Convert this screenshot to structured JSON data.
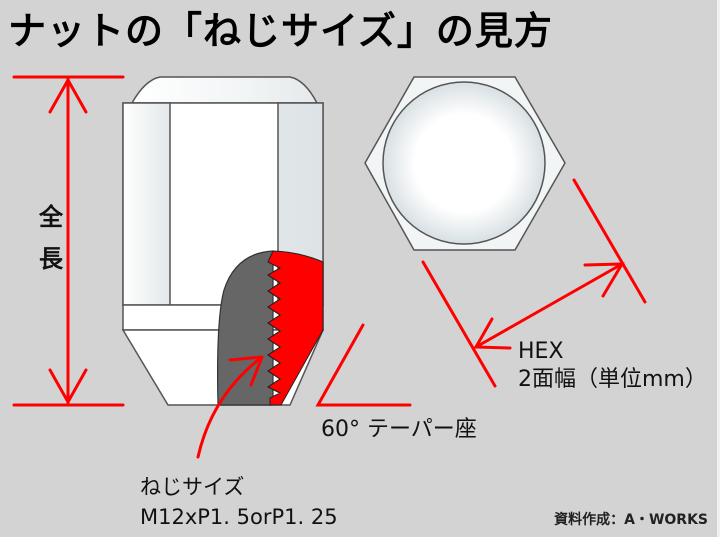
{
  "title": "ナットの「ねじサイズ」の見方",
  "labels": {
    "overall_length": [
      "全",
      "長"
    ],
    "taper_seat": "60° テーパー座",
    "hex_line1": "HEX",
    "hex_line2": "2面幅（単位mm）",
    "thread_line1": "ねじサイズ",
    "thread_line2": "M12xP1. 5orP1. 25"
  },
  "credit": "資料作成：A・WORKS",
  "colors": {
    "background": "#d3d3d3",
    "accent_red": "#ff0000",
    "nut_body": "#f4f6f7",
    "nut_outline": "#555555",
    "cutaway_gray": "#666666"
  }
}
